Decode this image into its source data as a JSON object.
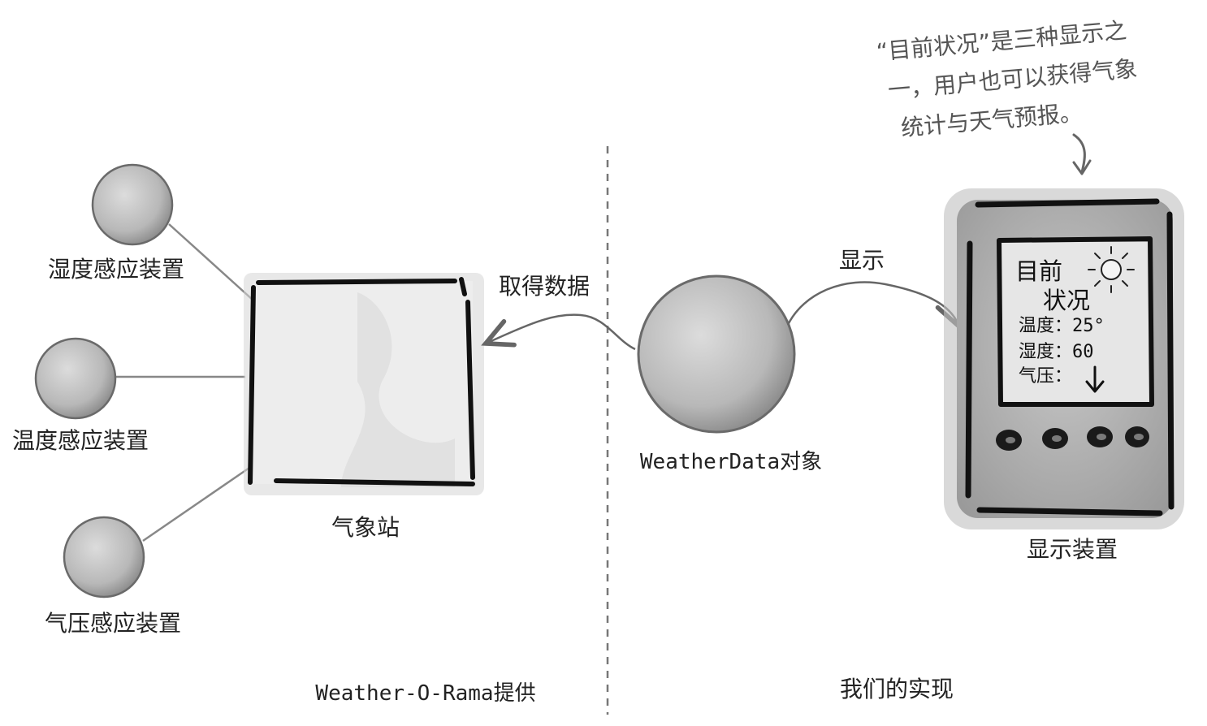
{
  "sensors": {
    "humidity": "湿度感应装置",
    "temperature": "温度感应装置",
    "pressure": "气压感应装置"
  },
  "station": {
    "label": "气象站"
  },
  "arrows": {
    "get_data": "取得数据",
    "display": "显示"
  },
  "weather_data": {
    "label": "WeatherData对象"
  },
  "display_device": {
    "label": "显示装置",
    "screen": {
      "title_line1": "目前",
      "title_line2": "状况",
      "temp": "温度：25°",
      "humidity": "湿度：60",
      "pressure": "气压：",
      "sun_icon": "sun-icon",
      "pressure_icon": "arrow-down-icon"
    }
  },
  "note": {
    "line1": "“目前状况”是三种显示之",
    "line2": "一，用户也可以获得气象",
    "line3": "统计与天气预报。"
  },
  "sections": {
    "left": "Weather-O-Rama提供",
    "right": "我们的实现"
  }
}
